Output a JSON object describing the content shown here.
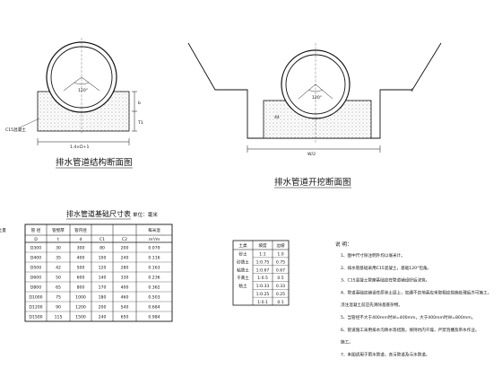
{
  "drawing_left": {
    "title": "排水管道结构断面图",
    "width_label": "1.4×D+1",
    "angle_label": "120°",
    "side_dims": [
      "b",
      "T1"
    ],
    "callout": "C15混凝土"
  },
  "drawing_right": {
    "title": "排水管道开挖断面图",
    "width_label": "W/2",
    "angle_label": "120°",
    "side_label": "44",
    "slope_label": "4"
  },
  "table_main": {
    "title": "排水管道基础尺寸表",
    "unit": "单位：毫米",
    "headers": [
      "管 径",
      "管壁厚",
      "管内径",
      "",
      "",
      "每米混",
      "凝土量"
    ],
    "subheaders": [
      "D",
      "t",
      "d",
      "C1",
      "C2",
      "m³/m"
    ],
    "rows": [
      [
        "D300",
        "30",
        "300",
        "80",
        "200",
        "0.079"
      ],
      [
        "D400",
        "35",
        "400",
        "100",
        "240",
        "0.116"
      ],
      [
        "D500",
        "42",
        "500",
        "120",
        "280",
        "0.163"
      ],
      [
        "D600",
        "50",
        "600",
        "140",
        "330",
        "0.236"
      ],
      [
        "D800",
        "65",
        "800",
        "170",
        "400",
        "0.362"
      ],
      [
        "D1000",
        "75",
        "1000",
        "180",
        "460",
        "0.503"
      ],
      [
        "D1200",
        "90",
        "1200",
        "200",
        "540",
        "0.684"
      ],
      [
        "D1500",
        "115",
        "1500",
        "240",
        "650",
        "0.984"
      ]
    ]
  },
  "table_small": {
    "headers": [
      "土类",
      "坡度",
      "边坡"
    ],
    "rows": [
      [
        "砂土",
        "1:1",
        "1.0"
      ],
      [
        "砂质土",
        "1:0.75",
        "0.75"
      ],
      [
        "粘质土",
        "1:0.67",
        "0.67"
      ],
      [
        "干黄土",
        "1:0.5",
        "0.5"
      ],
      [
        "粘土",
        "1:0.33",
        "0.33"
      ],
      [
        "",
        "1:0.25",
        "0.25"
      ],
      [
        "",
        "1:0.1",
        "0.1"
      ]
    ]
  },
  "notes": {
    "heading": "说  明：",
    "lines": [
      "1、图中尺寸除注明外均以毫米计。",
      "2、排水管基础采用C15混凝土，基础120°包角。",
      "3、C15混凝土管座基础应在管道铺设好后浇筑。",
      "4、管道基础应铺设在原状土层上，如遇不良地基应采取相应措施处理后方可施工。",
      "   浇注混凝土前应先清除基底杂物。",
      "5、当管径不大于400mm时W=400mm，大于400mm时W=800mm。",
      "6、管道施工采用排水沟降水等措施，保持坑内干燥，严禁泡槽及带水作业。",
      "   施工。",
      "7、本图适用于雨水管道，含污管道及污水管道。"
    ]
  }
}
